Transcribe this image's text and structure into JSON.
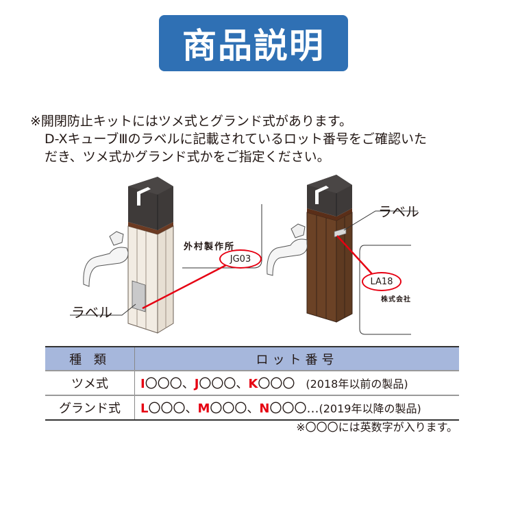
{
  "header": {
    "title": "商品説明"
  },
  "notice": {
    "line1": "※開閉防止キットにはツメ式とグランド式があります。",
    "line2": "D-XキューブⅢのラベルに記載されているロット番号をご確認いた",
    "line3": "だき、ツメ式かグランド式かをご指定ください。"
  },
  "illustrations": {
    "left": {
      "label_callout": "ラベル",
      "maker_text": "外村製作所",
      "lot_example": "JG03",
      "post_color": "#ede6dc",
      "cap_color": "#3e3a39"
    },
    "right": {
      "label_callout": "ラベル",
      "maker_text": "株式会社",
      "lot_example": "LA18",
      "post_color": "#6b4226",
      "cap_color": "#3e3a39"
    },
    "accent_color": "#e60012"
  },
  "table": {
    "headers": [
      "種 類",
      "ロット番号"
    ],
    "rows": [
      {
        "type": "ツメ式",
        "lots": [
          {
            "prefix": "I",
            "rest": "〇〇〇、"
          },
          {
            "prefix": "J",
            "rest": "〇〇〇、"
          },
          {
            "prefix": "K",
            "rest": "〇〇〇"
          }
        ],
        "note": "　(2018年以前の製品)"
      },
      {
        "type": "グランド式",
        "lots": [
          {
            "prefix": "L",
            "rest": "〇〇〇、"
          },
          {
            "prefix": "M",
            "rest": "〇〇〇、"
          },
          {
            "prefix": "N",
            "rest": "〇〇〇…"
          }
        ],
        "note": "(2019年以降の製品)"
      }
    ],
    "header_bg": "#a6b7dc"
  },
  "footnote": "※〇〇〇には英数字が入ります。"
}
